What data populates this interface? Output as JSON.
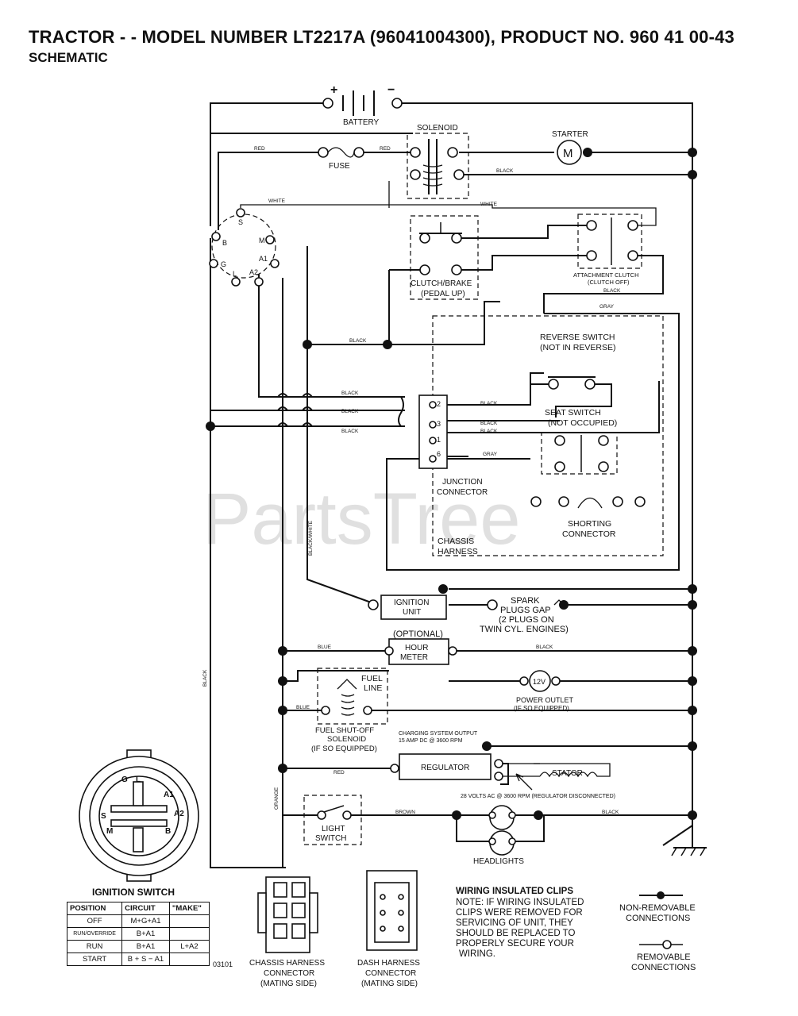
{
  "header": {
    "title": "TRACTOR - - MODEL NUMBER LT2217A (96041004300), PRODUCT NO. 960 41 00-43",
    "subtitle": "SCHEMATIC"
  },
  "components": {
    "battery": "BATTERY",
    "battery_plus": "+",
    "battery_minus": "−",
    "solenoid": "SOLENOID",
    "starter": "STARTER",
    "starter_symbol": "M",
    "fuse": "FUSE",
    "clutch_brake": "CLUTCH/BRAKE",
    "clutch_brake_state": "(PEDAL UP)",
    "attachment_clutch": "ATTACHMENT CLUTCH",
    "attachment_clutch_state": "(CLUTCH OFF)",
    "reverse_switch": "REVERSE SWITCH",
    "reverse_switch_state": "(NOT IN REVERSE)",
    "seat_switch": "SEAT SWITCH",
    "seat_switch_state": "(NOT OCCUPIED)",
    "junction_connector_1": "JUNCTION",
    "junction_connector_2": "CONNECTOR",
    "shorting_connector_1": "SHORTING",
    "shorting_connector_2": "CONNECTOR",
    "chassis_harness_1": "CHASSIS",
    "chassis_harness_2": "HARNESS",
    "ignition_unit_1": "IGNITION",
    "ignition_unit_2": "UNIT",
    "spark_1": "SPARK",
    "spark_2": "PLUGS GAP",
    "spark_3": "(2 PLUGS ON",
    "spark_4": "TWIN CYL. ENGINES)",
    "optional": "(OPTIONAL)",
    "hour_meter_1": "HOUR",
    "hour_meter_2": "METER",
    "fuel_line_1": "FUEL",
    "fuel_line_2": "LINE",
    "power_outlet_symbol": "12V",
    "power_outlet_1": "POWER OUTLET",
    "power_outlet_2": "(IF SO EQUIPPED)",
    "fuel_solenoid_1": "FUEL SHUT-OFF",
    "fuel_solenoid_2": "SOLENOID",
    "fuel_solenoid_3": "(IF SO EQUIPPED)",
    "charging_1": "CHARGING SYSTEM OUTPUT",
    "charging_2": "15 AMP DC @ 3600 RPM",
    "regulator": "REGULATOR",
    "stator": "STATOR",
    "stator_note": "28 VOLTS AC @ 3600 RPM (REGULATOR DISCONNECTED)",
    "light_switch_1": "LIGHT",
    "light_switch_2": "SWITCH",
    "headlights": "HEADLIGHTS"
  },
  "wires": {
    "red": "RED",
    "black": "BLACK",
    "white": "WHITE",
    "gray": "GRAY",
    "blue": "BLUE",
    "brown": "BROWN",
    "orange": "ORANGE",
    "black_white": "BLACK/WHITE"
  },
  "ignition_switch_terminals": {
    "b": "B",
    "s": "S",
    "m": "M",
    "g": "G",
    "l": "L",
    "a1": "A1",
    "a2": "A2"
  },
  "junction_pins": [
    "2",
    "3",
    "1",
    "6"
  ],
  "ignition_switch": {
    "caption": "IGNITION SWITCH",
    "columns": [
      "POSITION",
      "CIRCUIT",
      "\"MAKE\""
    ],
    "rows": [
      {
        "position": "OFF",
        "circuit": "M+G+A1",
        "make": ""
      },
      {
        "position": "RUN/OVERRIDE",
        "circuit": "B+A1",
        "make": ""
      },
      {
        "position": "RUN",
        "circuit": "B+A1",
        "make": "L+A2"
      },
      {
        "position": "START",
        "circuit": "B + S − A1",
        "make": ""
      }
    ]
  },
  "footer": {
    "drawing_code": "03101",
    "chassis_conn_1": "CHASSIS HARNESS",
    "chassis_conn_2": "CONNECTOR",
    "chassis_conn_3": "(MATING SIDE)",
    "dash_conn_1": "DASH HARNESS",
    "dash_conn_2": "CONNECTOR",
    "dash_conn_3": "(MATING SIDE)",
    "clips_title": "WIRING INSULATED CLIPS",
    "clips_note_1": "NOTE: IF WIRING INSULATED",
    "clips_note_2": "CLIPS WERE REMOVED FOR",
    "clips_note_3": "SERVICING OF UNIT, THEY",
    "clips_note_4": "SHOULD BE REPLACED TO",
    "clips_note_5": "PROPERLY SECURE YOUR",
    "clips_note_6": "WIRING.",
    "legend_nonremovable_1": "NON-REMOVABLE",
    "legend_nonremovable_2": "CONNECTIONS",
    "legend_removable_1": "REMOVABLE",
    "legend_removable_2": "CONNECTIONS"
  },
  "watermark": "PartsTree"
}
